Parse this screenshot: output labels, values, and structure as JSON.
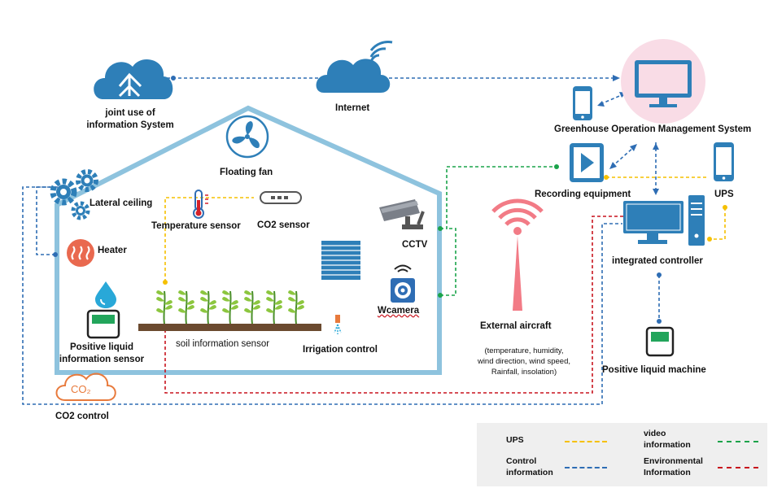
{
  "labels": {
    "joint_use": "joint use of\ninformation System",
    "internet": "Internet",
    "gom_system": "Greenhouse Operation Management System",
    "floating_fan": "Floating fan",
    "lateral_ceiling": "Lateral ceiling",
    "temperature_sensor": "Temperature sensor",
    "co2_sensor": "CO2 sensor",
    "heater": "Heater",
    "cctv": "CCTV",
    "wcamera": "Wcamera",
    "positive_liquid_sensor": "Positive liquid\ninformation sensor",
    "soil_sensor": "soil information sensor",
    "irrigation_control": "Irrigation control",
    "co2_control": "CO2 control",
    "co2_icon_text": "CO₂",
    "recording_equipment": "Recording equipment",
    "ups": "UPS",
    "integrated_controller": "integrated controller",
    "external_aircraft": "External aircraft",
    "external_details": "(temperature, humidity,\nwind direction, wind speed,\nRainfall, insolation)",
    "positive_liquid_machine": "Positive liquid machine"
  },
  "legend": {
    "items": [
      {
        "label": "UPS",
        "color": "#f5c000"
      },
      {
        "label": "video\ninformation",
        "color": "#1aa34a"
      },
      {
        "label": "Control\ninformation",
        "color": "#2e6db4"
      },
      {
        "label": "Environmental\nInformation",
        "color": "#c8141e"
      }
    ]
  },
  "colors": {
    "house_outline": "#8ec3de",
    "icon_blue": "#2e7fb8",
    "control_line": "#2e6db4",
    "ups_line": "#f5c000",
    "video_line": "#1aa34a",
    "env_line": "#c8141e",
    "monitor_bg": "#f9dce6",
    "wifi_red": "#f27b86"
  },
  "icons": [
    "cloud-share-icon",
    "cloud-wifi-icon",
    "monitor-icon",
    "smartphone-icon",
    "tablet-play-icon",
    "smartphone-ups-icon",
    "fan-icon",
    "gears-icon",
    "thermometer-icon",
    "co2-sensor-icon",
    "heater-icon",
    "water-drop-icon",
    "liquid-sensor-icon",
    "cctv-icon",
    "shutter-icon",
    "webcam-icon",
    "plants-icon",
    "sprinkler-icon",
    "co2-cloud-icon",
    "desktop-computer-icon",
    "antenna-icon",
    "liquid-machine-icon"
  ]
}
